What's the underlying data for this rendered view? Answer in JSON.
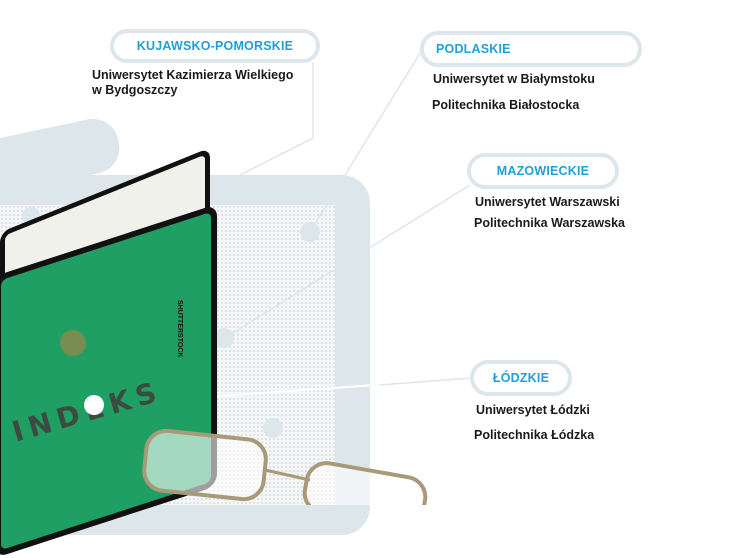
{
  "regions": [
    {
      "name": "KUJAWSKO-POMORSKIE",
      "universities": [
        "Uniwersytet Kazimierza Wielkiego",
        "w Bydgoszczy"
      ]
    },
    {
      "name": "PODLASKIE",
      "universities": [
        "Uniwersytet w Białymstoku",
        "Politechnika Białostocka"
      ]
    },
    {
      "name": "MAZOWIECKIE",
      "universities": [
        "Uniwersytet Warszawski",
        "Politechnika Warszawska"
      ]
    },
    {
      "name": "ŁÓDZKIE",
      "universities": [
        "Uniwersytet Łódzki",
        "Politechnika Łódzka"
      ]
    }
  ],
  "illustration": {
    "book_title": "INDEKS",
    "credit": "SHUTTERSTOCK"
  },
  "colors": {
    "accent": "#1fa0d6",
    "frame": "#dde6ea",
    "book_green": "#1f9f64"
  }
}
